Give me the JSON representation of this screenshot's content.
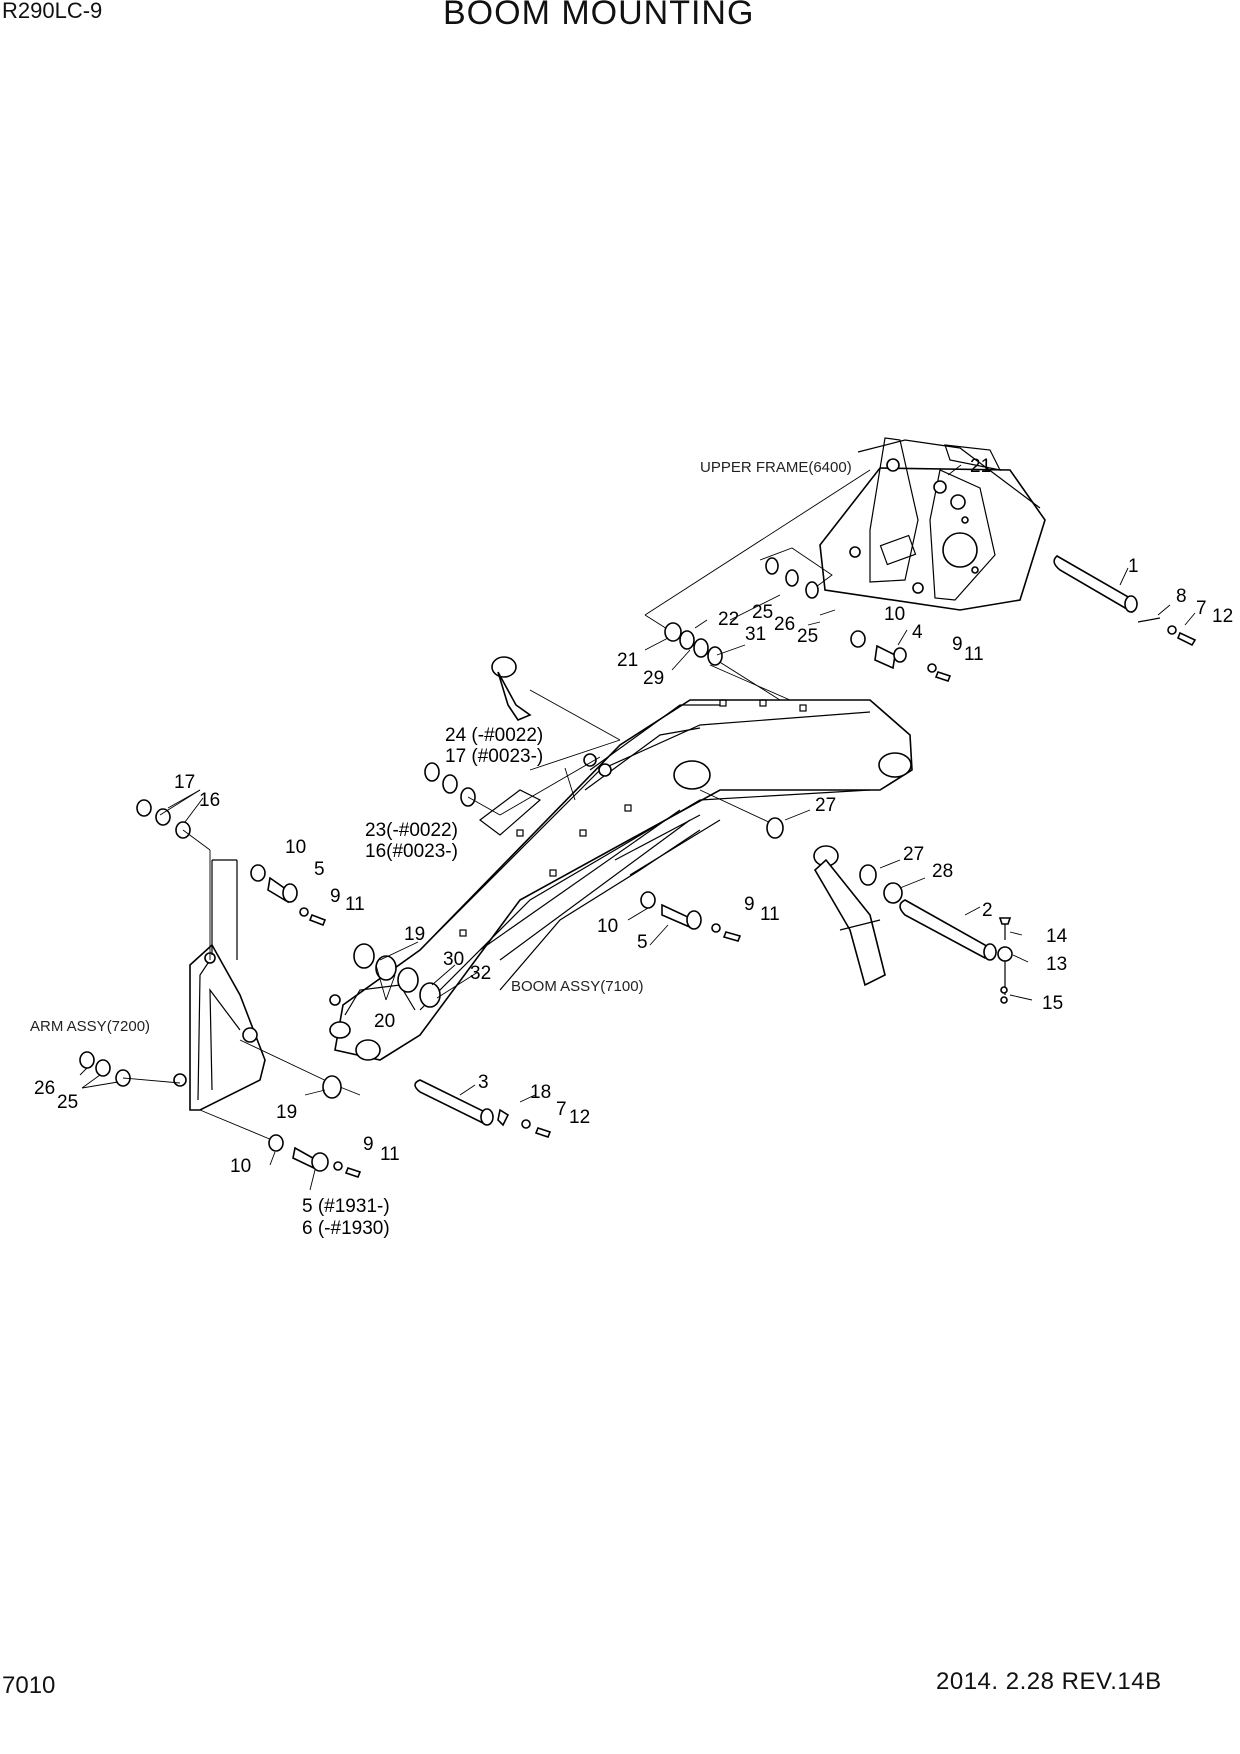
{
  "header": {
    "model": "R290LC-9",
    "title": "BOOM MOUNTING"
  },
  "footer": {
    "page_number": "7010",
    "date_rev": "2014. 2.28  REV.14B"
  },
  "references": {
    "upper_frame": "UPPER FRAME(6400)",
    "boom_assy": "BOOM ASSY(7100)",
    "arm_assy": "ARM ASSY(7200)"
  },
  "callouts": {
    "c21a": "21",
    "c1": "1",
    "c8": "8",
    "c7a": "7",
    "c12a": "12",
    "c25a": "25",
    "c26a": "26",
    "c25b": "25",
    "c10a": "10",
    "c4": "4",
    "c9a": "9",
    "c11a": "11",
    "c22": "22",
    "c21b": "21",
    "c31": "31",
    "c29": "29",
    "c24": "24 (-#0022)",
    "c17a": "17 (#0023-)",
    "c23": "23(-#0022)",
    "c16a": "16(#0023-)",
    "c27a": "27",
    "c27b": "27",
    "c28": "28",
    "c2": "2",
    "c14": "14",
    "c13": "13",
    "c15": "15",
    "c17b": "17",
    "c16b": "16",
    "c10b": "10",
    "c5a": "5",
    "c9b": "9",
    "c11b": "11",
    "c19a": "19",
    "c30": "30",
    "c32": "32",
    "c20": "20",
    "c10c": "10",
    "c5b": "5",
    "c9c": "9",
    "c11c": "11",
    "c3": "3",
    "c18": "18",
    "c7b": "7",
    "c12b": "12",
    "c26b": "26",
    "c25c": "25",
    "c19b": "19",
    "c10d": "10",
    "c9d": "9",
    "c11d": "11",
    "c5c": "5 (#1931-)",
    "c6": "6 (-#1930)"
  }
}
